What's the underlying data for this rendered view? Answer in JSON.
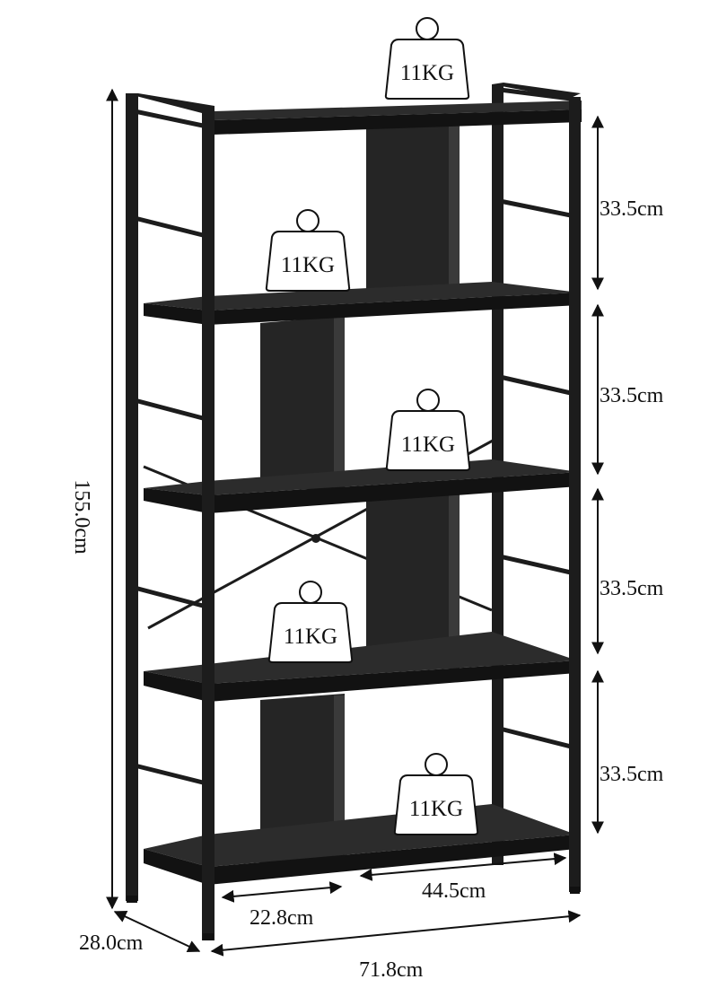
{
  "weight_label": "11KG",
  "dimensions": {
    "total_height": "155.0cm",
    "shelf_spacing": "33.5cm",
    "depth": "28.0cm",
    "width": "71.8cm",
    "left_compartment": "22.8cm",
    "right_compartment": "44.5cm"
  },
  "shelf_count": 5,
  "colors": {
    "frame": "#1c1c1c",
    "board_top": "#2c2c2c",
    "board_front": "#121212",
    "panel": "#252525",
    "dimension_line": "#111111",
    "weight_fill": "#ffffff"
  }
}
